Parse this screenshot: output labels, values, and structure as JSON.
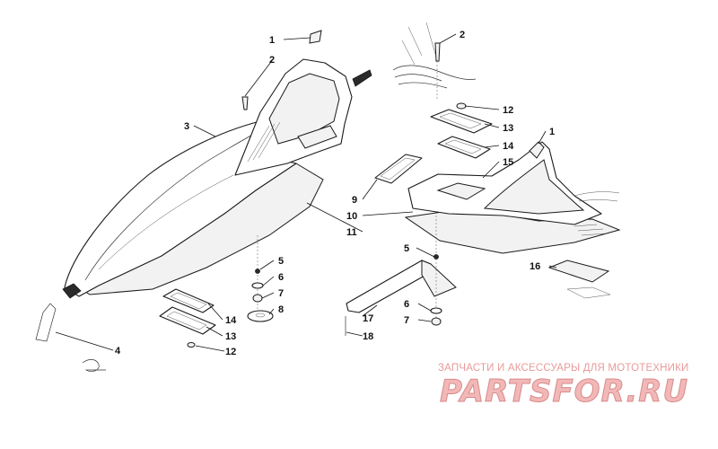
{
  "callouts": [
    "1",
    "2",
    "3",
    "4",
    "5",
    "6",
    "7",
    "8",
    "9",
    "10",
    "11",
    "12",
    "13",
    "14",
    "15",
    "16",
    "17",
    "18"
  ],
  "watermark": {
    "caption": "ЗАПЧАСТИ И АКСЕССУАРЫ ДЛЯ МОТОТЕХНИКИ",
    "logo": "PARTSFOR.RU"
  }
}
